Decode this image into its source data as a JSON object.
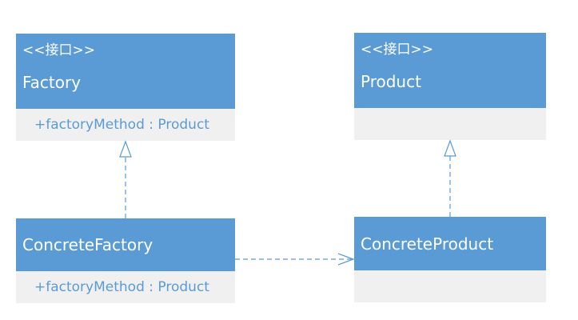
{
  "classes": {
    "factory": {
      "stereotype": "<<接口>>",
      "name": "Factory",
      "member": "+factoryMethod : Product"
    },
    "product": {
      "stereotype": "<<接口>>",
      "name": "Product"
    },
    "concrete_factory": {
      "name": "ConcreteFactory",
      "member": "+factoryMethod : Product"
    },
    "concrete_product": {
      "name": "ConcreteProduct"
    }
  },
  "colors": {
    "header_fill": "#5b9bd5",
    "body_fill": "#f0f0f0",
    "member_text": "#5b9bd5",
    "connector": "#5b9bd5"
  }
}
